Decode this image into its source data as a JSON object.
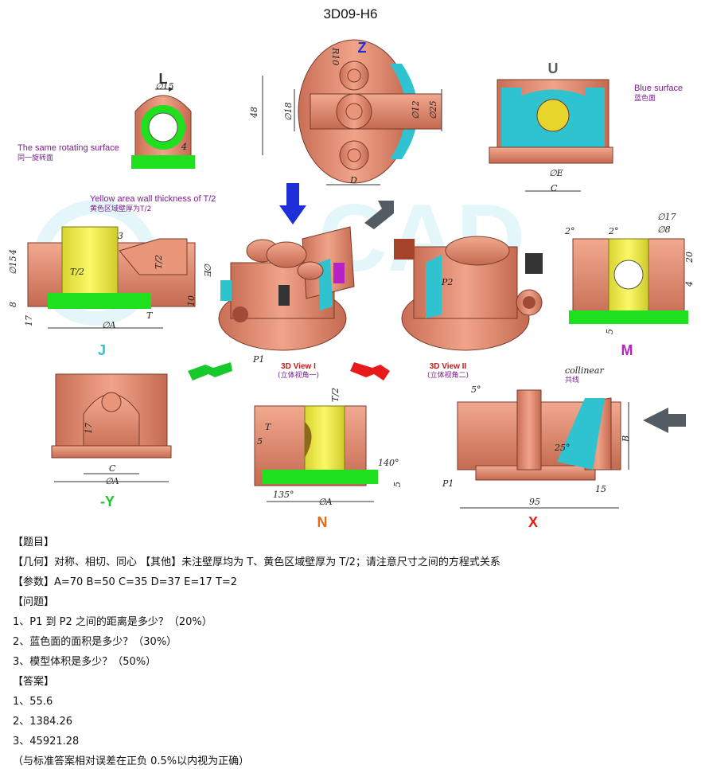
{
  "title": "3D09-H6",
  "views": {
    "L": "L",
    "Z": "Z",
    "U": "U",
    "J": "J",
    "M": "M",
    "negY": "-Y",
    "N": "N",
    "X": "X",
    "view1": "3D View I",
    "view1_cn": "(立体视角一)",
    "view2": "3D View II",
    "view2_cn": "(立体视角二)"
  },
  "annotations": {
    "same_surface": "The same rotating surface",
    "same_surface_cn": "同一旋转面",
    "yellow_wall": "Yellow area wall thickness of T/2",
    "yellow_wall_cn": "黄色区域壁厚为T/2",
    "blue_surface": "Blue surface",
    "blue_surface_cn": "蓝色面",
    "collinear": "collinear",
    "collinear_cn": "共线",
    "p1": "P1",
    "p2": "P2"
  },
  "dims": {
    "d15": "∅15",
    "r10": "R10",
    "d18": "∅18",
    "d12": "∅12",
    "d25": "∅25",
    "n48": "48",
    "D": "D",
    "dE": "∅E",
    "C": "C",
    "T2": "T/2",
    "T": "T",
    "dA": "∅A",
    "n4": "4",
    "n8": "8",
    "n10": "10",
    "n17": "17",
    "n3": "3",
    "d17": "∅17",
    "d8": "∅8",
    "deg2": "2°",
    "n20": "20",
    "n5": "5",
    "deg5": "5°",
    "deg25": "25°",
    "B": "B",
    "n15": "15",
    "n95": "95",
    "deg140": "140°",
    "deg135": "135°"
  },
  "text": {
    "h_question": "【题目】",
    "geometry": "【几何】对称、相切、同心  【其他】未注壁厚均为 T、黄色区域壁厚为 T/2；请注意尺寸之间的方程式关系",
    "params": "【参数】A=70    B=50    C=35    D=37    E=17    T=2",
    "h_problems": "【问题】",
    "q1": "1、P1 到 P2 之间的距离是多少？（20%）",
    "q2": "2、蓝色面的面积是多少？（30%）",
    "q3": "3、模型体积是多少？（50%）",
    "h_answers": "【答案】",
    "a1": "1、55.6",
    "a2": "2、1384.26",
    "a3": "3、45921.28",
    "footnote": "（与标准答案相对误差在正负 0.5%以内视为正确）"
  },
  "colors": {
    "copper": "#e8957a",
    "copper_dark": "#b9614a",
    "yellow": "#f2ee4a",
    "cyan": "#2fc3cf",
    "green": "#1fe01f",
    "blue_label": "#1f2fd8",
    "green_label": "#17c92a",
    "orange_label": "#e8681a",
    "purple_label": "#b622c4",
    "gray_label": "#545c63"
  }
}
